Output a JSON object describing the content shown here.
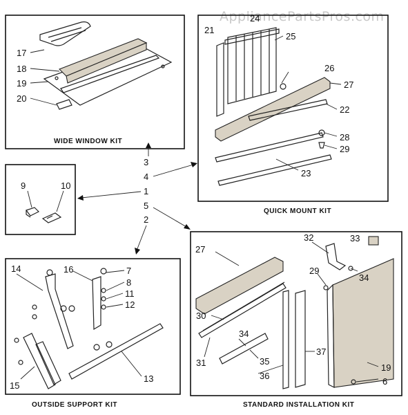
{
  "watermark": "AppliancePartsPros.com",
  "kits": {
    "wide_window": "WIDE WINDOW KIT",
    "quick_mount": "QUICK MOUNT KIT",
    "outside_support": "OUTSIDE SUPPORT KIT",
    "standard_installation": "STANDARD INSTALLATION KIT"
  },
  "center_callouts": {
    "c3": "3",
    "c4": "4",
    "c1": "1",
    "c5": "5",
    "c2": "2"
  },
  "wide_window_callouts": {
    "c17": "17",
    "c18": "18",
    "c19": "19",
    "c20": "20"
  },
  "quick_mount_callouts": {
    "c24": "24",
    "c21": "21",
    "c25": "25",
    "c26": "26",
    "c27": "27",
    "c22": "22",
    "c28": "28",
    "c29": "29",
    "c23": "23"
  },
  "hardware_callouts": {
    "c9": "9",
    "c10": "10"
  },
  "outside_support_callouts": {
    "c14": "14",
    "c16": "16",
    "c7": "7",
    "c8": "8",
    "c11": "11",
    "c12": "12",
    "c15": "15",
    "c13": "13"
  },
  "standard_callouts": {
    "c27": "27",
    "c32": "32",
    "c33": "33",
    "c29": "29",
    "c34a": "34",
    "c30": "30",
    "c34b": "34",
    "c31": "31",
    "c35": "35",
    "c36": "36",
    "c37": "37",
    "c19": "19",
    "c6": "6"
  }
}
